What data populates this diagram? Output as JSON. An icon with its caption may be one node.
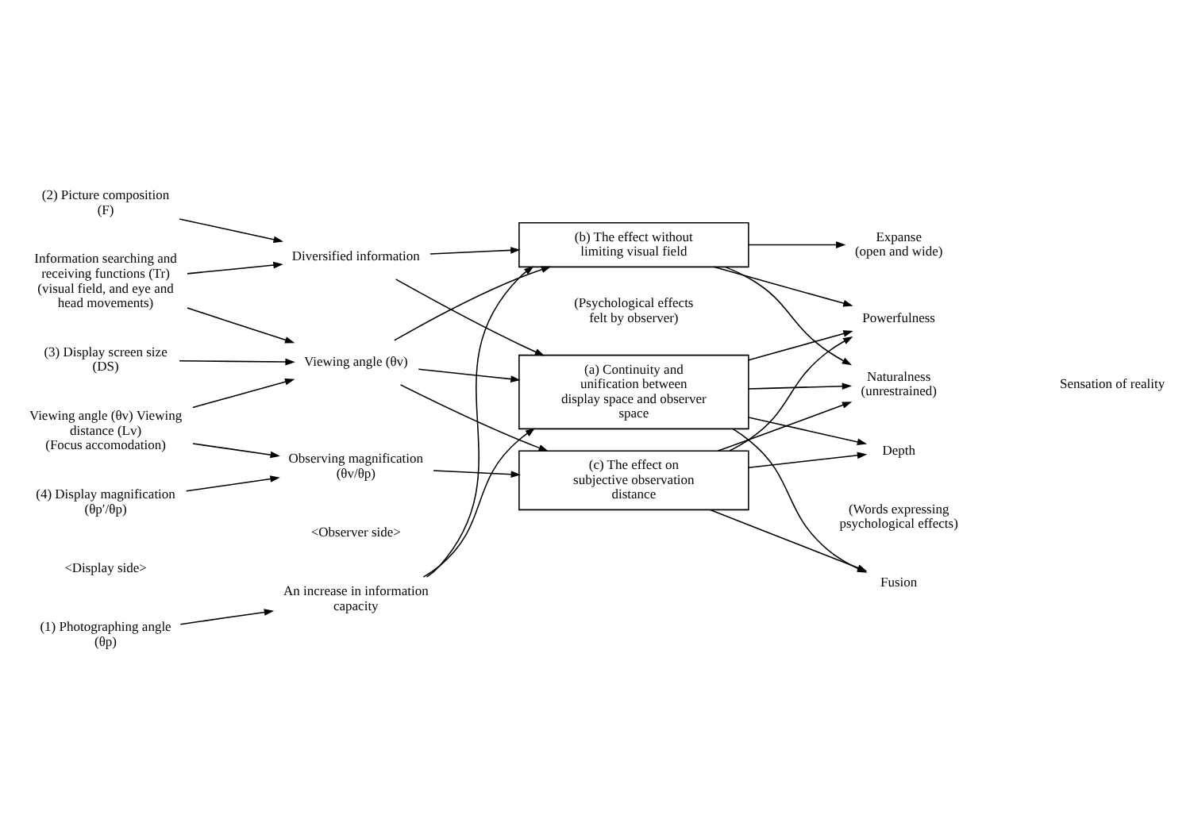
{
  "diagram": {
    "nodes": [
      {
        "text": [
          "(1) Photographing angle (θp)"
        ]
      },
      {
        "text": [
          "(2) Picture composition (F)"
        ]
      },
      {
        "text": [
          "Information searching and receiving functions (Tr)"
        ],
        "beside": [
          "(visual field, and eye and head movements)"
        ]
      },
      {
        "text": [
          "(3) Display screen size (DS)"
        ]
      },
      {
        "text": [
          "Viewing angle (θv) Viewing distance (Lv)"
        ],
        "beside": [
          "(Focus accomodation)"
        ]
      },
      {
        "text": [
          "(4) Display magnification (θp′/θp)"
        ]
      },
      {
        "text": [
          "An increase in information capacity"
        ]
      },
      {
        "text": [
          "Diversified information"
        ]
      },
      {
        "text": [
          "Viewing angle (θv)"
        ]
      },
      {
        "text": [
          "Observing magnification (θv/θp)"
        ]
      },
      {
        "text": [
          "(a) Continuity and unification between display space and observer space"
        ]
      },
      {
        "text": [
          "(b) The effect without limiting visual field"
        ]
      },
      {
        "text": [
          "(c) The effect on subjective observation distance"
        ]
      },
      {
        "text": [
          "Fusion"
        ]
      },
      {
        "text": [
          "Expanse"
        ],
        "beside": [
          "(open and wide)"
        ]
      },
      {
        "text": [
          "Naturalness"
        ],
        "beside": [
          "(unrestrained)"
        ]
      },
      {
        "text": [
          "Depth"
        ]
      },
      {
        "text": [
          "Powerfulness"
        ]
      }
    ],
    "edges": [
      {
        "from": 0,
        "to": 6,
        "arrow": "to"
      },
      {
        "from": 1,
        "to": 7,
        "arrow": "to"
      },
      {
        "from": 2,
        "to": 7,
        "arrow": "to"
      },
      {
        "from": 2,
        "to": 8,
        "arrow": "to"
      },
      {
        "from": 3,
        "to": 8,
        "arrow": "to"
      },
      {
        "from": 4,
        "to": 8,
        "arrow": "to"
      },
      {
        "from": 4,
        "to": 9,
        "arrow": "to"
      },
      {
        "from": 5,
        "to": 9,
        "arrow": "to"
      },
      {
        "from": 6,
        "to": 10,
        "arrow": "to"
      },
      {
        "from": 6,
        "to": 11,
        "arrow": "to"
      },
      {
        "from": 7,
        "to": 10,
        "arrow": "to"
      },
      {
        "from": 7,
        "to": 11,
        "arrow": "to"
      },
      {
        "from": 8,
        "to": 10,
        "arrow": "to"
      },
      {
        "from": 8,
        "to": 11,
        "arrow": "to"
      },
      {
        "from": 8,
        "to": 12,
        "arrow": "to"
      },
      {
        "from": 9,
        "to": 12,
        "arrow": "to"
      },
      {
        "from": 10,
        "to": 13,
        "arrow": "to"
      },
      {
        "from": 10,
        "to": 15,
        "arrow": "to"
      },
      {
        "from": 10,
        "to": 16,
        "arrow": "to"
      },
      {
        "from": 10,
        "to": 17,
        "arrow": "to"
      },
      {
        "from": 11,
        "to": 14,
        "arrow": "to"
      },
      {
        "from": 11,
        "to": 15,
        "arrow": "to"
      },
      {
        "from": 11,
        "to": 17,
        "arrow": "to"
      },
      {
        "from": 12,
        "to": 13,
        "arrow": "to"
      },
      {
        "from": 12,
        "to": 15,
        "arrow": "to"
      },
      {
        "from": 12,
        "to": 16,
        "arrow": "to"
      },
      {
        "from": 12,
        "to": 17,
        "arrow": "to"
      }
    ],
    "labels": [
      "<Display side>",
      "<Observer side>",
      "(Psychological effects felt by observer)",
      "(Words expressing psychological effects)",
      "Sensation of reality"
    ]
  }
}
